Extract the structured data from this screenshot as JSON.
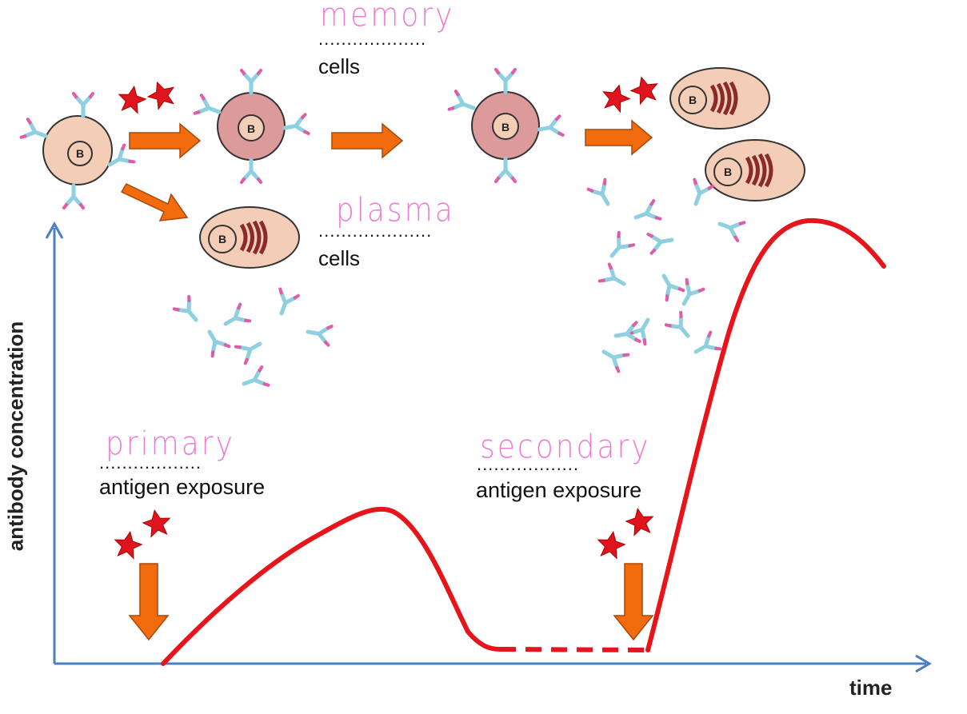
{
  "labels": {
    "memory_handwritten": "memory",
    "memory_dots": "...................",
    "memory_cells": "cells",
    "plasma_handwritten": "plasma",
    "plasma_dots": "....................",
    "plasma_cells": "cells",
    "primary_handwritten": "primary",
    "primary_dots": "..................",
    "primary_exposure": "antigen exposure",
    "secondary_handwritten": "secondary",
    "secondary_dots": "..................",
    "secondary_exposure": "antigen exposure",
    "cell_letter": "B"
  },
  "axes": {
    "y_label": "antibody concentration",
    "x_label": "time"
  },
  "colors": {
    "axis": "#4a7fc1",
    "curve": "#e8141c",
    "arrow": "#f26c0d",
    "antigen": "#e0141c",
    "antibody": "#8ecfe0",
    "antibody_tip": "#e35aa8",
    "cell_naive": "#f4cdb7",
    "cell_memory": "#dc9a9a",
    "handwriting": "#f07bd6"
  }
}
